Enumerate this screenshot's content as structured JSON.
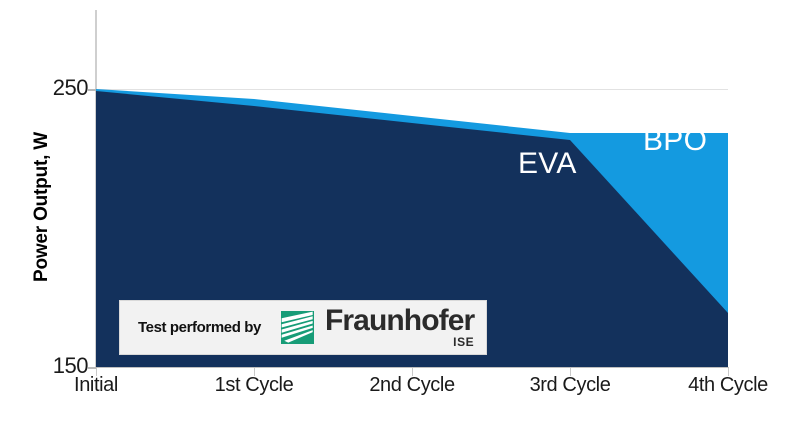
{
  "chart_data": {
    "type": "area",
    "title": "",
    "xlabel": "",
    "ylabel": "Power Output, W",
    "categories": [
      "Initial",
      "1st Cycle",
      "2nd Cycle",
      "3rd Cycle",
      "4th Cycle"
    ],
    "ylim": [
      150,
      250
    ],
    "yticks": [
      150,
      250
    ],
    "ytick_labels": [
      "150",
      "250"
    ],
    "grid": true,
    "stacked": true,
    "legend_position": "inline-annotations",
    "series": [
      {
        "name": "EVA",
        "color": "#13315c",
        "values": [
          250.4,
          245.8,
          239.0,
          233.4,
          162.0
        ],
        "label_text": "EVA"
      },
      {
        "name": "BPO",
        "color": "#149ae0",
        "values": [
          251.0,
          247.8,
          241.6,
          235.8,
          235.8
        ],
        "label_text": "BPO"
      }
    ],
    "annotations": [
      {
        "name": "eva-annotation",
        "text": "EVA"
      },
      {
        "name": "bpo-annotation",
        "text": "BPO"
      }
    ]
  },
  "credit": {
    "text": "Test performed by",
    "brand": "Fraunhofer",
    "institute": "ISE",
    "mark_color": "#179c77"
  },
  "colors": {
    "eva": "#13315c",
    "bpo": "#149ae0",
    "axis": "#cfcfcf",
    "grid": "#e2e2e2",
    "label": "#1a1a1a",
    "series_label": "#ffffff",
    "credit_bg": "#f2f2f2"
  }
}
